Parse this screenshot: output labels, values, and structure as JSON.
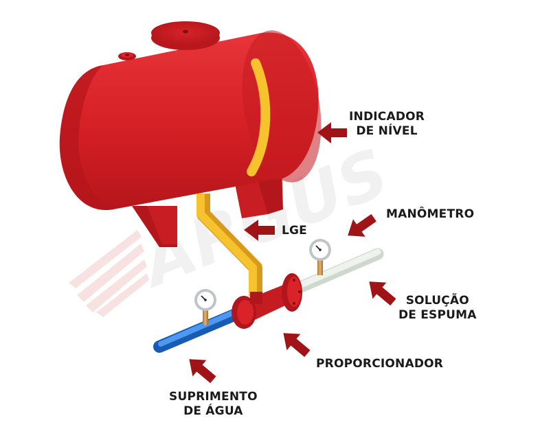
{
  "watermark": {
    "text": "ARGUS",
    "color": "#e6e6e6"
  },
  "colors": {
    "tank": "#d41f24",
    "tank_dark": "#a8141a",
    "level_indicator": "#f6c32e",
    "lge_pipe": "#f2b51f",
    "water_pipe": "#1f6fd0",
    "solution_pipe": "#e3ebe3",
    "arrow": "#a01418"
  },
  "labels": {
    "level_indicator": [
      "INDICADOR",
      "DE NÍVEL"
    ],
    "lge": "LGE",
    "gauge": "MANÔMETRO",
    "foam_solution": [
      "SOLUÇÃO",
      "DE ESPUMA"
    ],
    "proportioner": "PROPORCIONADOR",
    "water_supply": [
      "SUPRIMENTO",
      "DE ÁGUA"
    ]
  }
}
